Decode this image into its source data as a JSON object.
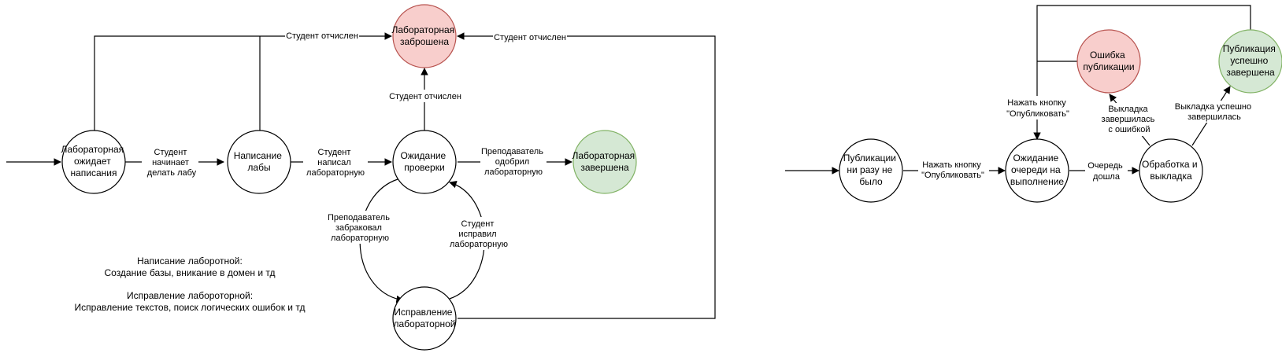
{
  "colors": {
    "neutral_fill": "#ffffff",
    "stroke": "#000000",
    "abandoned_fill": "#f8cecc",
    "abandoned_stroke": "#b85450",
    "done_fill": "#d5e8d4",
    "done_stroke": "#82b366"
  },
  "lab_diagram": {
    "nodes": {
      "waiting_writing": [
        "Лабораторная",
        "ожидает",
        "написания"
      ],
      "writing": [
        "Написание",
        "лабы"
      ],
      "waiting_review": [
        "Ожидание",
        "проверки"
      ],
      "abandoned": [
        "Лабораторная",
        "заброшена"
      ],
      "done": [
        "Лабораторная",
        "завершена"
      ],
      "fixing": [
        "Исправление",
        "лабораторной"
      ]
    },
    "edges": {
      "start_writing": [
        "Студент",
        "начинает",
        "делать лабу"
      ],
      "submitted": [
        "Студент",
        "написал",
        "лабораторную"
      ],
      "approved": [
        "Преподаватель",
        "одобрил",
        "лабораторную"
      ],
      "rejected": [
        "Преподаватель",
        "забраковал",
        "лабораторную"
      ],
      "fixed": [
        "Студент",
        "исправил",
        "лабораторную"
      ],
      "expelled_top_left": "Студент отчислен",
      "expelled_top_right": "Студент отчислен",
      "expelled_review": "Студент отчислен"
    },
    "notes": {
      "writing_title": "Написание лаборотной:",
      "writing_desc": "Создание базы, вникание в домен и тд",
      "fixing_title": "Исправление лаборотoрной:",
      "fixing_desc": "Исправление текстов, поиск логических ошибок и тд"
    }
  },
  "publish_diagram": {
    "nodes": {
      "never": [
        "Публикации",
        "ни разу не",
        "было"
      ],
      "queued": [
        "Ожидание",
        "очереди на",
        "выполнение"
      ],
      "processing": [
        "Обработка и",
        "выкладка"
      ],
      "error": [
        "Ошибка",
        "публикации"
      ],
      "success": [
        "Публикация",
        "успешно",
        "завершена"
      ]
    },
    "edges": {
      "press_first": [
        "Нажать кнопку",
        "\"Опубликовать\""
      ],
      "press_retry": [
        "Нажать кнопку",
        "\"Опубликовать\""
      ],
      "queue_reached": [
        "Очередь",
        "дошла"
      ],
      "failed": [
        "Выкладка",
        "завершилась",
        "с ошибкой"
      ],
      "succeeded": [
        "Выкладка успешно",
        "завершилась"
      ]
    }
  }
}
